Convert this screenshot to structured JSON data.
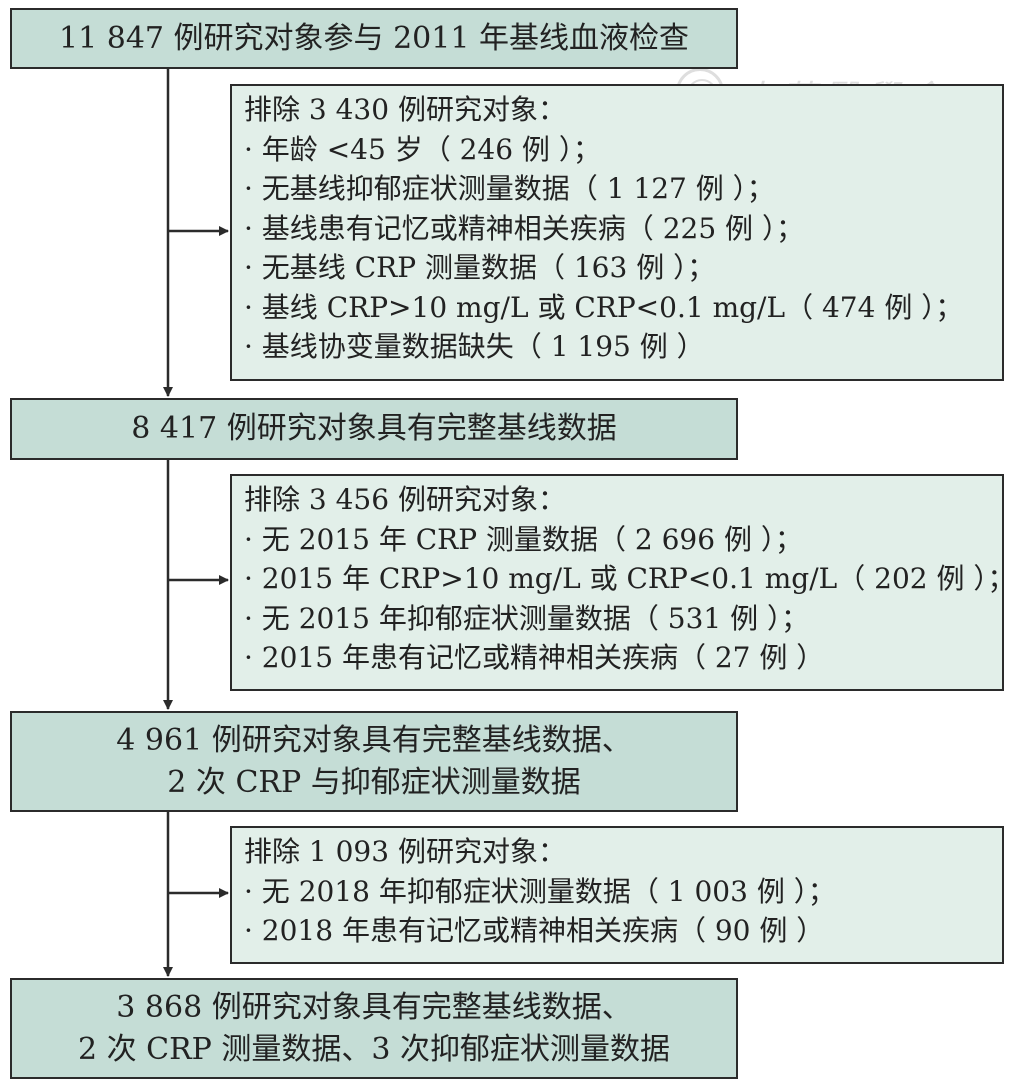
{
  "watermark": {
    "text": "中華醫學會"
  },
  "steps": [
    {
      "lines": [
        "11 847 例研究对象参与 2011 年基线血液检查"
      ]
    },
    {
      "lines": [
        "8 417 例研究对象具有完整基线数据"
      ]
    },
    {
      "lines": [
        "4 961 例研究对象具有完整基线数据、",
        "2 次 CRP 与抑郁症状测量数据"
      ]
    },
    {
      "lines": [
        "3 868 例研究对象具有完整基线数据、",
        "2 次 CRP 测量数据、3 次抑郁症状测量数据"
      ]
    }
  ],
  "exclusions": [
    {
      "title": "排除 3 430 例研究对象：",
      "items": [
        "· 年龄 <45 岁（ 246 例 ）；",
        "· 无基线抑郁症状测量数据（ 1 127 例 ）；",
        "· 基线患有记忆或精神相关疾病（ 225 例 ）；",
        "· 无基线 CRP 测量数据（ 163 例 ）；",
        "· 基线 CRP>10 mg/L 或 CRP<0.1 mg/L（ 474 例 ）；",
        "· 基线协变量数据缺失（ 1 195 例 ）"
      ]
    },
    {
      "title": "排除 3 456 例研究对象：",
      "items": [
        "· 无 2015 年 CRP 测量数据（ 2 696 例 ）；",
        "· 2015 年 CRP>10 mg/L 或 CRP<0.1 mg/L（ 202 例 ）；",
        "· 无 2015 年抑郁症状测量数据（ 531 例 ）；",
        "· 2015 年患有记忆或精神相关疾病（ 27 例 ）"
      ]
    },
    {
      "title": "排除 1 093 例研究对象：",
      "items": [
        "· 无 2018 年抑郁症状测量数据（ 1 003 例 ）；",
        "· 2018 年患有记忆或精神相关疾病（ 90 例 ）"
      ]
    }
  ],
  "colors": {
    "main_box": "#c5ddd6",
    "exclusion_box": "#e2efe9",
    "border": "#2b2b2b"
  }
}
